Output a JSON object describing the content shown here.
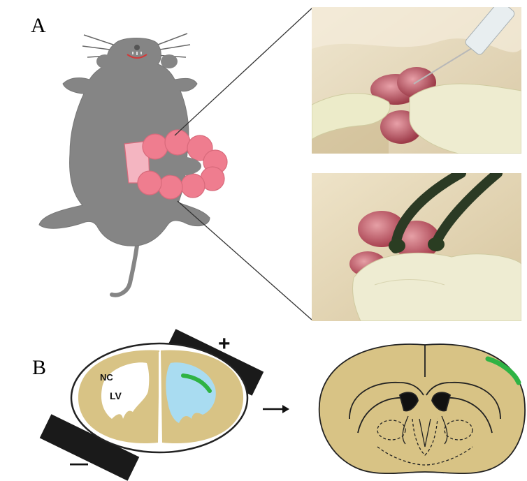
{
  "panel_a": {
    "label": "A"
  },
  "panel_b": {
    "label": "B",
    "nc_label": "NC",
    "lv_label": "LV",
    "plus_sign": "+",
    "minus_sign": "—",
    "arrow": "→"
  },
  "colors": {
    "mouse_body": "#858585",
    "intestine_pink": "#ef7d8f",
    "brain_tan": "#d8c385",
    "ventricle_blue": "#a9dcf1",
    "gfp_green": "#2fb344",
    "electrode_black": "#1a1a1a"
  },
  "icons": [
    "mouse-illustration",
    "electrode-tweezers",
    "injection-needle",
    "brain-section",
    "right-arrow"
  ]
}
